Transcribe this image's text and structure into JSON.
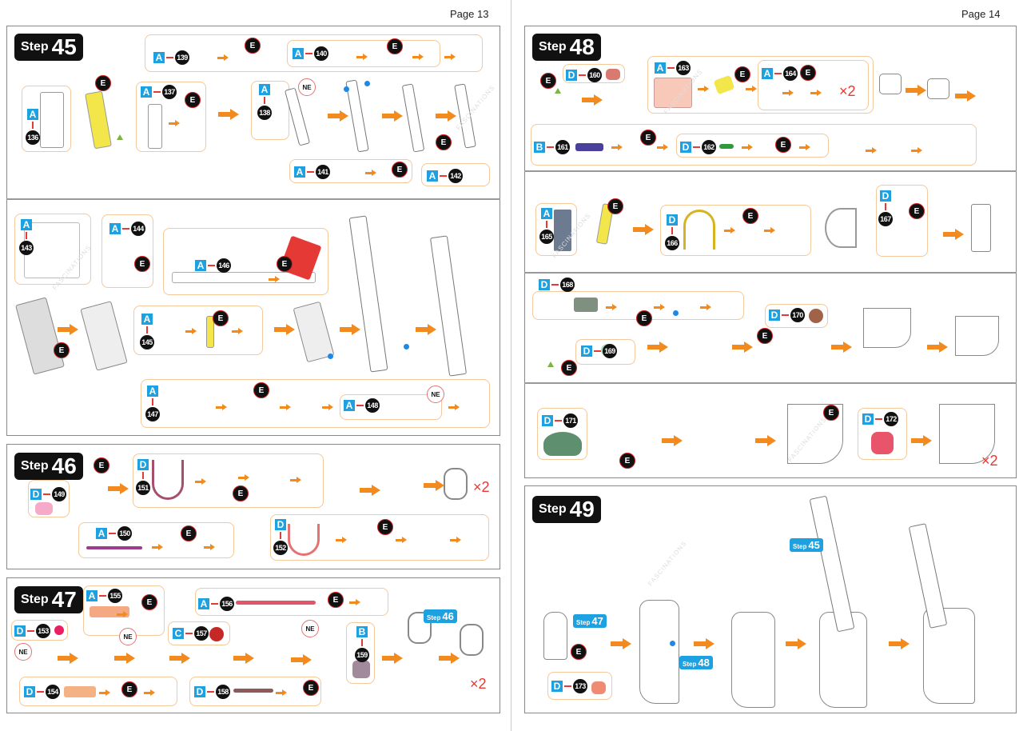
{
  "pages": {
    "left": "Page 13",
    "right": "Page 14"
  },
  "steps": {
    "s45": {
      "label": "Step",
      "num": "45"
    },
    "s46": {
      "label": "Step",
      "num": "46"
    },
    "s47": {
      "label": "Step",
      "num": "47"
    },
    "s48": {
      "label": "Step",
      "num": "48"
    },
    "s49": {
      "label": "Step",
      "num": "49"
    }
  },
  "parts": {
    "136": {
      "sheet": "A",
      "num": "136"
    },
    "137": {
      "sheet": "A",
      "num": "137"
    },
    "138": {
      "sheet": "A",
      "num": "138"
    },
    "139": {
      "sheet": "A",
      "num": "139"
    },
    "140": {
      "sheet": "A",
      "num": "140"
    },
    "141": {
      "sheet": "A",
      "num": "141"
    },
    "142": {
      "sheet": "A",
      "num": "142"
    },
    "143": {
      "sheet": "A",
      "num": "143"
    },
    "144": {
      "sheet": "A",
      "num": "144"
    },
    "145": {
      "sheet": "A",
      "num": "145"
    },
    "146": {
      "sheet": "A",
      "num": "146"
    },
    "147": {
      "sheet": "A",
      "num": "147"
    },
    "148": {
      "sheet": "A",
      "num": "148"
    },
    "149": {
      "sheet": "D",
      "num": "149"
    },
    "150": {
      "sheet": "A",
      "num": "150"
    },
    "151": {
      "sheet": "D",
      "num": "151"
    },
    "152": {
      "sheet": "D",
      "num": "152"
    },
    "153": {
      "sheet": "D",
      "num": "153"
    },
    "154": {
      "sheet": "D",
      "num": "154"
    },
    "155": {
      "sheet": "A",
      "num": "155"
    },
    "156": {
      "sheet": "A",
      "num": "156"
    },
    "157": {
      "sheet": "C",
      "num": "157"
    },
    "158": {
      "sheet": "D",
      "num": "158"
    },
    "159": {
      "sheet": "B",
      "num": "159"
    },
    "160": {
      "sheet": "D",
      "num": "160"
    },
    "161": {
      "sheet": "B",
      "num": "161"
    },
    "162": {
      "sheet": "D",
      "num": "162"
    },
    "163": {
      "sheet": "A",
      "num": "163"
    },
    "164": {
      "sheet": "A",
      "num": "164"
    },
    "165": {
      "sheet": "A",
      "num": "165"
    },
    "166": {
      "sheet": "D",
      "num": "166"
    },
    "167": {
      "sheet": "D",
      "num": "167"
    },
    "168": {
      "sheet": "D",
      "num": "168"
    },
    "169": {
      "sheet": "D",
      "num": "169"
    },
    "170": {
      "sheet": "D",
      "num": "170"
    },
    "171": {
      "sheet": "D",
      "num": "171"
    },
    "172": {
      "sheet": "D",
      "num": "172"
    },
    "173": {
      "sheet": "D",
      "num": "173"
    }
  },
  "markers": {
    "E": "E",
    "NE": "NE",
    "multiplier": "×2"
  },
  "step_refs": {
    "s45": {
      "label": "Step",
      "num": "45"
    },
    "s46": {
      "label": "Step",
      "num": "46"
    },
    "s47": {
      "label": "Step",
      "num": "47"
    },
    "s48": {
      "label": "Step",
      "num": "48"
    }
  },
  "watermark": "FASCINATIONS",
  "colors": {
    "accent": "#f28a1e",
    "sheet_label": "#1ea1e0",
    "multiplier": "#e53935"
  }
}
